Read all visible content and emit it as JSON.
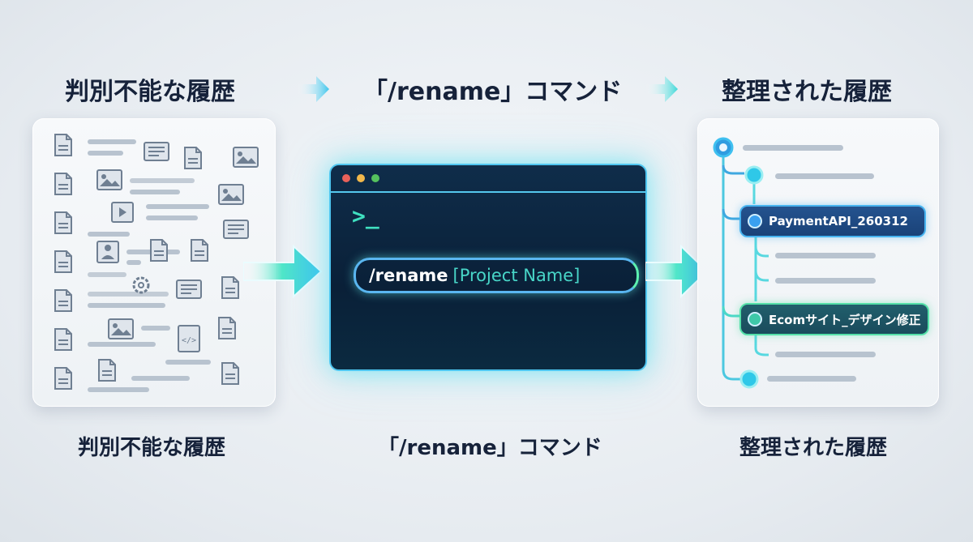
{
  "headers": {
    "left": "判別不能な履歴",
    "center": "「/rename」コマンド",
    "right": "整理された履歴"
  },
  "footers": {
    "left": "判別不能な履歴",
    "center": "「/rename」コマンド",
    "right": "整理された履歴"
  },
  "terminal": {
    "prompt": ">_",
    "command": "/rename",
    "argument": "[Project Name]",
    "window_dots": [
      "#e8615a",
      "#f2b84b",
      "#55c25e"
    ]
  },
  "organized": {
    "items": [
      {
        "label": "PaymentAPI_260312",
        "color": "#1e4f8c",
        "border": "#47b4f0"
      },
      {
        "label": "Ecomサイト_デザイン修正",
        "color": "#1e5a6a",
        "border": "#54e0a8"
      }
    ]
  },
  "messy_icons": [
    "document-icon",
    "contact-card-icon",
    "image-icon",
    "video-icon",
    "person-icon",
    "gear-icon",
    "code-file-icon",
    "text-block-icon"
  ],
  "colors": {
    "accent_cyan": "#40d0f0",
    "accent_teal": "#40e0b8",
    "text_dark": "#16223a"
  }
}
